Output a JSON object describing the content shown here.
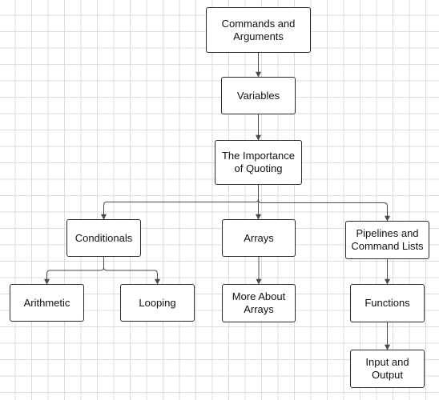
{
  "nodes": {
    "commands": "Commands and\nArguments",
    "variables": "Variables",
    "quoting": "The Importance\nof Quoting",
    "conditionals": "Conditionals",
    "arrays": "Arrays",
    "pipelines": "Pipelines and\nCommand Lists",
    "arithmetic": "Arithmetic",
    "looping": "Looping",
    "more_arrays": "More About\nArrays",
    "functions": "Functions",
    "io": "Input and\nOutput"
  },
  "edges": [
    [
      "commands",
      "variables"
    ],
    [
      "variables",
      "quoting"
    ],
    [
      "quoting",
      "conditionals"
    ],
    [
      "quoting",
      "arrays"
    ],
    [
      "quoting",
      "pipelines"
    ],
    [
      "conditionals",
      "arithmetic"
    ],
    [
      "conditionals",
      "looping"
    ],
    [
      "arrays",
      "more_arrays"
    ],
    [
      "pipelines",
      "functions"
    ],
    [
      "functions",
      "io"
    ]
  ],
  "colors": {
    "stroke": "#2b2b2b",
    "edge": "#4a4a4a",
    "grid": "#dcdcdc",
    "node_fill": "#ffffff"
  }
}
